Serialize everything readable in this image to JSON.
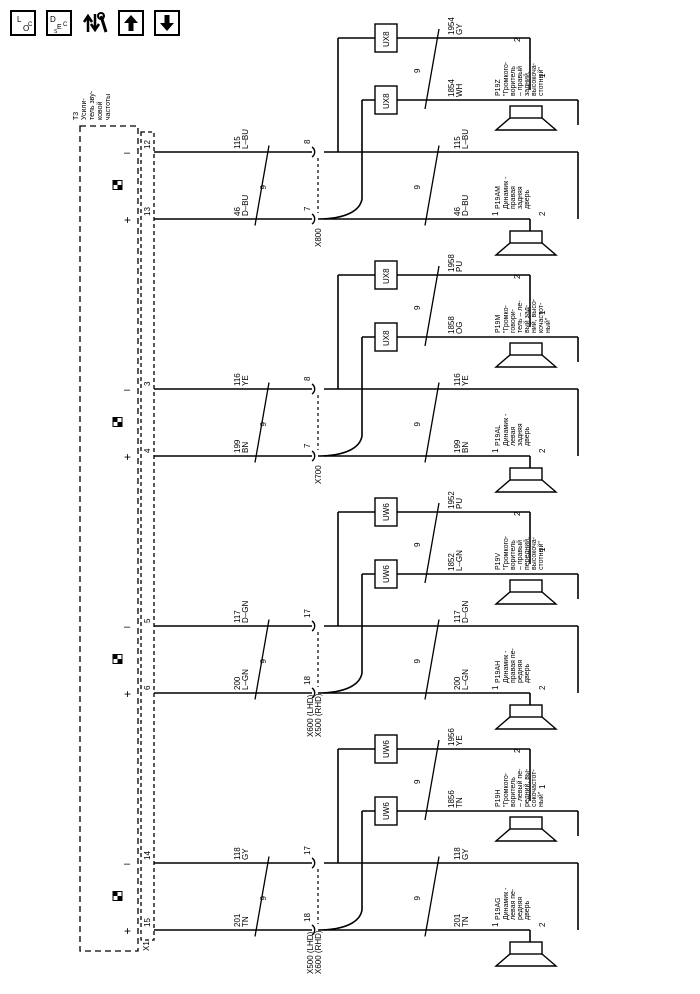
{
  "toolbar": {
    "loc_button": {
      "top": "L",
      "bottom": "O",
      "sub": "C",
      "icon": "loc-icon"
    },
    "desc_button": {
      "top": "D",
      "mid": "E",
      "sub1": "S",
      "sub2": "C",
      "icon": "desc-icon"
    },
    "tools_icon": "tools-arrows-icon",
    "up_icon": "arrow-up-icon",
    "down_icon": "arrow-down-icon"
  },
  "amplifier": {
    "ref": "T3",
    "name_lines": [
      "Усили-",
      "тель зву-",
      "ковой",
      "частоты"
    ],
    "connector": "X1"
  },
  "pins_left": [
    "12",
    "13",
    "3",
    "4",
    "5",
    "6",
    "14",
    "15"
  ],
  "polarity": {
    "minus": "–",
    "plus": "+"
  },
  "wires": [
    {
      "circuit": "115",
      "color": "L–BU"
    },
    {
      "circuit": "46",
      "color": "D–BU"
    },
    {
      "circuit": "116",
      "color": "YE"
    },
    {
      "circuit": "199",
      "color": "BN"
    },
    {
      "circuit": "117",
      "color": "D–GN"
    },
    {
      "circuit": "200",
      "color": "L–GN"
    },
    {
      "circuit": "118",
      "color": "GY"
    },
    {
      "circuit": "201",
      "color": "TN"
    }
  ],
  "twist_label": "9",
  "inline_connectors": [
    {
      "label": "X800",
      "pin_minus": "8",
      "pin_plus": "7"
    },
    {
      "label": "X700",
      "pin_minus": "8",
      "pin_plus": "7"
    },
    {
      "label1": "X600 (LHD)",
      "label2": "X500 (RHD)",
      "pin_minus": "17",
      "pin_plus": "18"
    },
    {
      "label1": "X500 (LHD)",
      "label2": "X600 (RHD)",
      "pin_minus": "17",
      "pin_plus": "18"
    }
  ],
  "filters": [
    "UX8",
    "UX8",
    "UX8",
    "UX8",
    "UW6",
    "UW6",
    "UW6",
    "UW6"
  ],
  "tweeter_wires": [
    {
      "circuit": "1954",
      "color": "GY"
    },
    {
      "circuit": "1854",
      "color": "WH"
    },
    {
      "circuit": "1958",
      "color": "PU"
    },
    {
      "circuit": "1858",
      "color": "OG"
    },
    {
      "circuit": "1952",
      "color": "PU"
    },
    {
      "circuit": "1852",
      "color": "L–GN"
    },
    {
      "circuit": "1956",
      "color": "YE"
    },
    {
      "circuit": "1856",
      "color": "TN"
    }
  ],
  "tweeters": [
    {
      "ref": "P19Z",
      "lines": [
        "\"Громкого-",
        "воритель",
        "– правый",
        "задний,",
        "высокоча-",
        "стотный\""
      ]
    },
    {
      "ref": "P19M",
      "lines": [
        "\"Громко-",
        "говори-",
        "тель – ле-",
        "вый зад-",
        "ний, высо-",
        "кочастот-",
        "ный\""
      ]
    },
    {
      "ref": "P19V",
      "lines": [
        "\"Громкого-",
        "воритель",
        "– правый",
        "передний,",
        "высокоча-",
        "стотный\""
      ]
    },
    {
      "ref": "P19H",
      "lines": [
        "\"Громкого-",
        "воритель",
        "– левый пе-",
        "редний, вы-",
        "сокочастот-",
        "ный\""
      ]
    }
  ],
  "door_speakers": [
    {
      "ref": "P19AM",
      "lines": [
        "Динамик -",
        "правая",
        "задняя",
        "дверь"
      ]
    },
    {
      "ref": "P19AL",
      "lines": [
        "Динамик -",
        "левая",
        "задняя",
        "дверь"
      ]
    },
    {
      "ref": "P19AH",
      "lines": [
        "Динамик -",
        "правая пе-",
        "редняя",
        "дверь"
      ]
    },
    {
      "ref": "P19AG",
      "lines": [
        "Динамик -",
        "левая пе-",
        "редняя",
        "дверь"
      ]
    }
  ],
  "speaker_pins": {
    "tweeter_minus": "2",
    "tweeter_plus": "1",
    "door_plus": "1",
    "door_minus": "2"
  }
}
